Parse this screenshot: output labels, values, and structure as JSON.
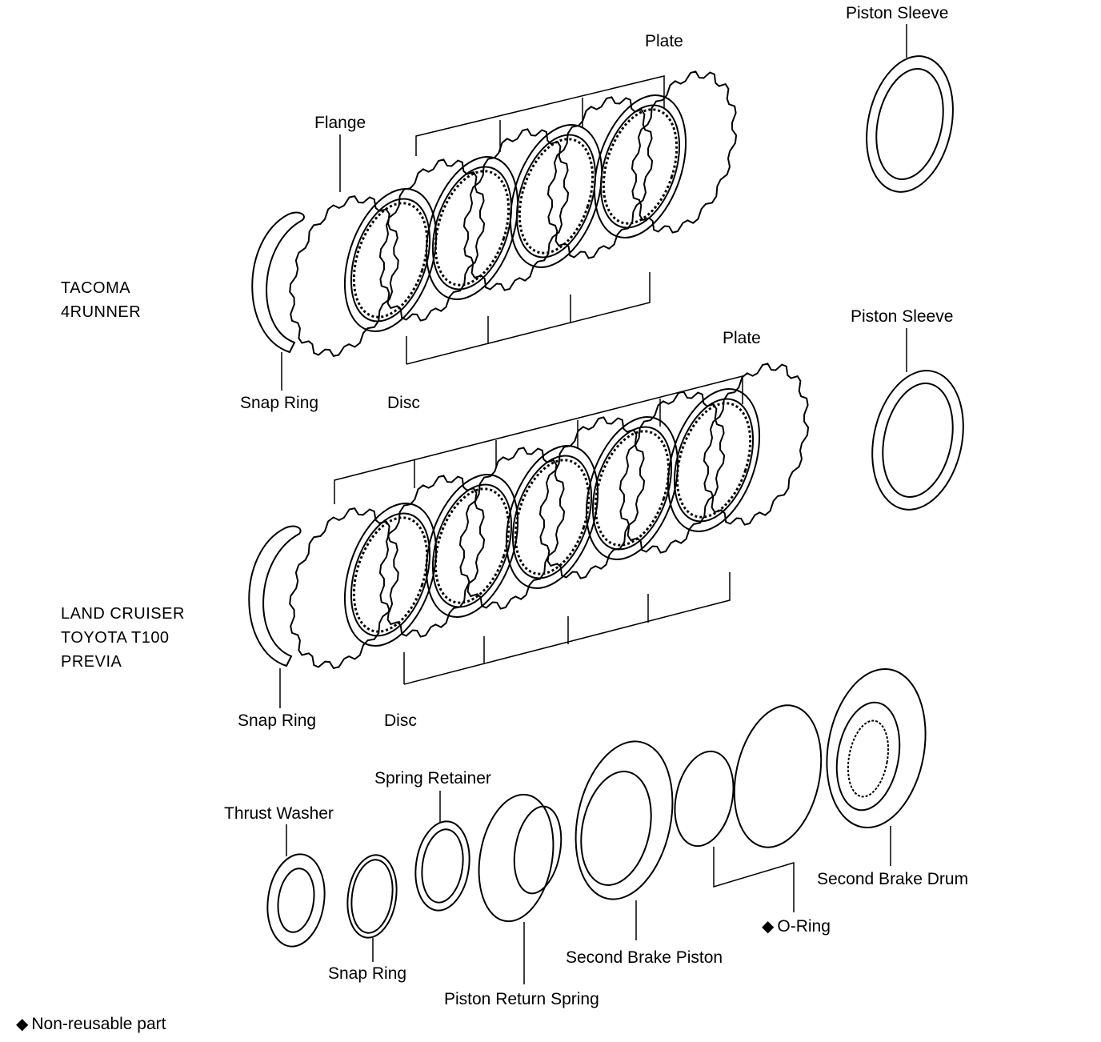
{
  "groups": {
    "top": [
      "TACOMA",
      "4RUNNER"
    ],
    "middle": [
      "LAND CRUISER",
      "TOYOTA T100",
      "PREVIA"
    ]
  },
  "labels": {
    "piston_sleeve_top": "Piston Sleeve",
    "plate_top": "Plate",
    "flange": "Flange",
    "snap_ring_top": "Snap Ring",
    "disc_top": "Disc",
    "piston_sleeve_mid": "Piston Sleeve",
    "plate_mid": "Plate",
    "snap_ring_mid": "Snap Ring",
    "disc_mid": "Disc",
    "spring_retainer": "Spring Retainer",
    "thrust_washer": "Thrust Washer",
    "snap_ring_bottom": "Snap Ring",
    "piston_return_spring": "Piston Return Spring",
    "second_brake_piston": "Second Brake Piston",
    "o_ring": "O-Ring",
    "second_brake_drum": "Second Brake Drum"
  },
  "legend": {
    "symbol": "◆",
    "text": "Non-reusable part"
  },
  "icons": {
    "o_ring_marker": "◆"
  }
}
